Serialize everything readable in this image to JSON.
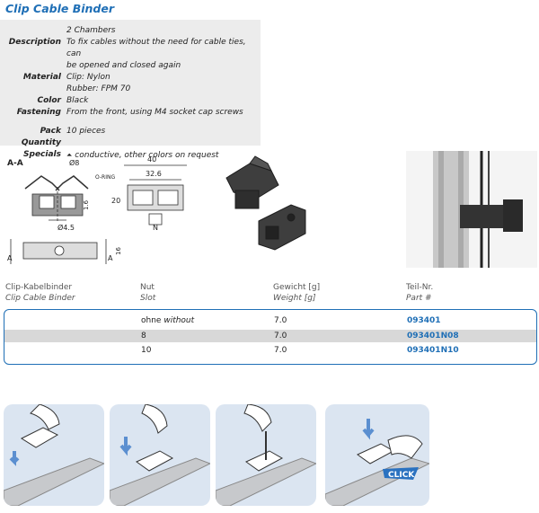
{
  "title": "Clip Cable Binder",
  "specs": [
    {
      "label": "",
      "value": "2 Chambers"
    },
    {
      "label": "Description",
      "value": "To fix cables without the need for cable ties, can"
    },
    {
      "label": "",
      "value": "be opened and closed again"
    },
    {
      "label": "Material",
      "value": "Clip: Nylon"
    },
    {
      "label": "",
      "value": "Rubber: FPM 70"
    },
    {
      "label": "Color",
      "value": "Black"
    },
    {
      "label": "Fastening",
      "value": "From the front, using M4 socket cap screws"
    }
  ],
  "specs2": [
    {
      "label": "Pack Quantity",
      "value": "10 pieces"
    },
    {
      "label": "Specials",
      "value": "conductive, other colors on request"
    }
  ],
  "drawing": {
    "section": "A-A",
    "d8": "Ø8",
    "oring": "O-RING",
    "d45": "Ø4.5",
    "h16a": "1.6",
    "w40": "40",
    "w326": "32.6",
    "h20": "20",
    "n": "N",
    "h16b": "16",
    "arrowA": "A"
  },
  "table": {
    "headers": {
      "c1_de": "Clip-Kabelbinder",
      "c1_en": "Clip Cable Binder",
      "c2_de": "Nut",
      "c2_en": "Slot",
      "c3_de": "Gewicht [g]",
      "c3_en": "Weight [g]",
      "c4_de": "Teil-Nr.",
      "c4_en": "Part #"
    },
    "rows": [
      {
        "slot": "ohne",
        "slot_en": "without",
        "weight": "7.0",
        "part": "093401"
      },
      {
        "slot": "8",
        "slot_en": "",
        "weight": "7.0",
        "part": "093401N08"
      },
      {
        "slot": "10",
        "slot_en": "",
        "weight": "7.0",
        "part": "093401N10"
      }
    ]
  },
  "steps": {
    "click": "CLICK"
  }
}
